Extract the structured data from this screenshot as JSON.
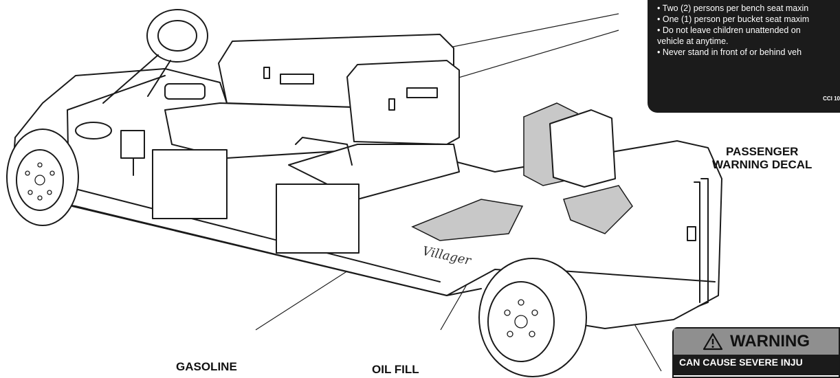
{
  "passenger_decal": {
    "lines": [
      "• Two (2) persons per bench seat maxin",
      "• One (1) person per bucket seat maxim",
      "• Do not leave children unattended on",
      "   vehicle at anytime.",
      "• Never stand in front of or behind veh"
    ],
    "code": "CCI 10"
  },
  "callouts": {
    "passenger_warning_line1": "PASSENGER",
    "passenger_warning_line2": "WARNING DECAL",
    "gasoline": "GASOLINE",
    "oil_fill": "OIL FILL"
  },
  "vehicle_badge": "Villager",
  "warning_decal": {
    "icon": "warning-triangle-icon",
    "title": "WARNING",
    "subtitle": "CAN CAUSE SEVERE INJU"
  }
}
